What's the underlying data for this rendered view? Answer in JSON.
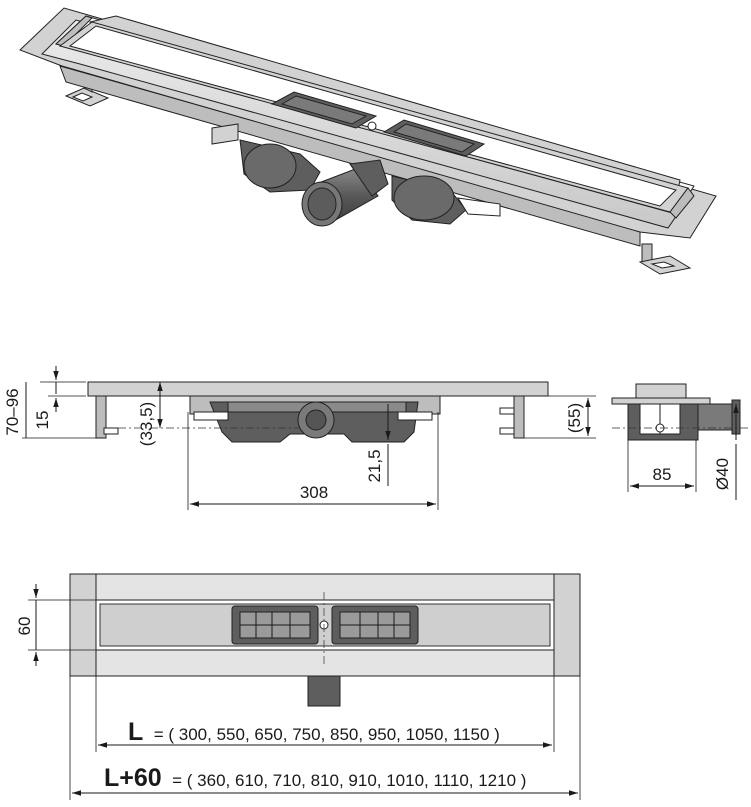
{
  "dimensions": {
    "d_70_96": "70–96",
    "d_15": "15",
    "d_33_5": "(33,5)",
    "d_21_5": "21,5",
    "d_308": "308",
    "d_55": "(55)",
    "d_85": "85",
    "d_o40": "Ø40",
    "d_60": "60"
  },
  "length_l": {
    "symbol": "L",
    "values": "= ( 300, 550, 650, 750, 850, 950, 1050, 1150 )"
  },
  "length_l60": {
    "symbol": "L+60",
    "values": "= ( 360, 610, 710, 810, 910, 1010, 1110, 1210 )"
  }
}
